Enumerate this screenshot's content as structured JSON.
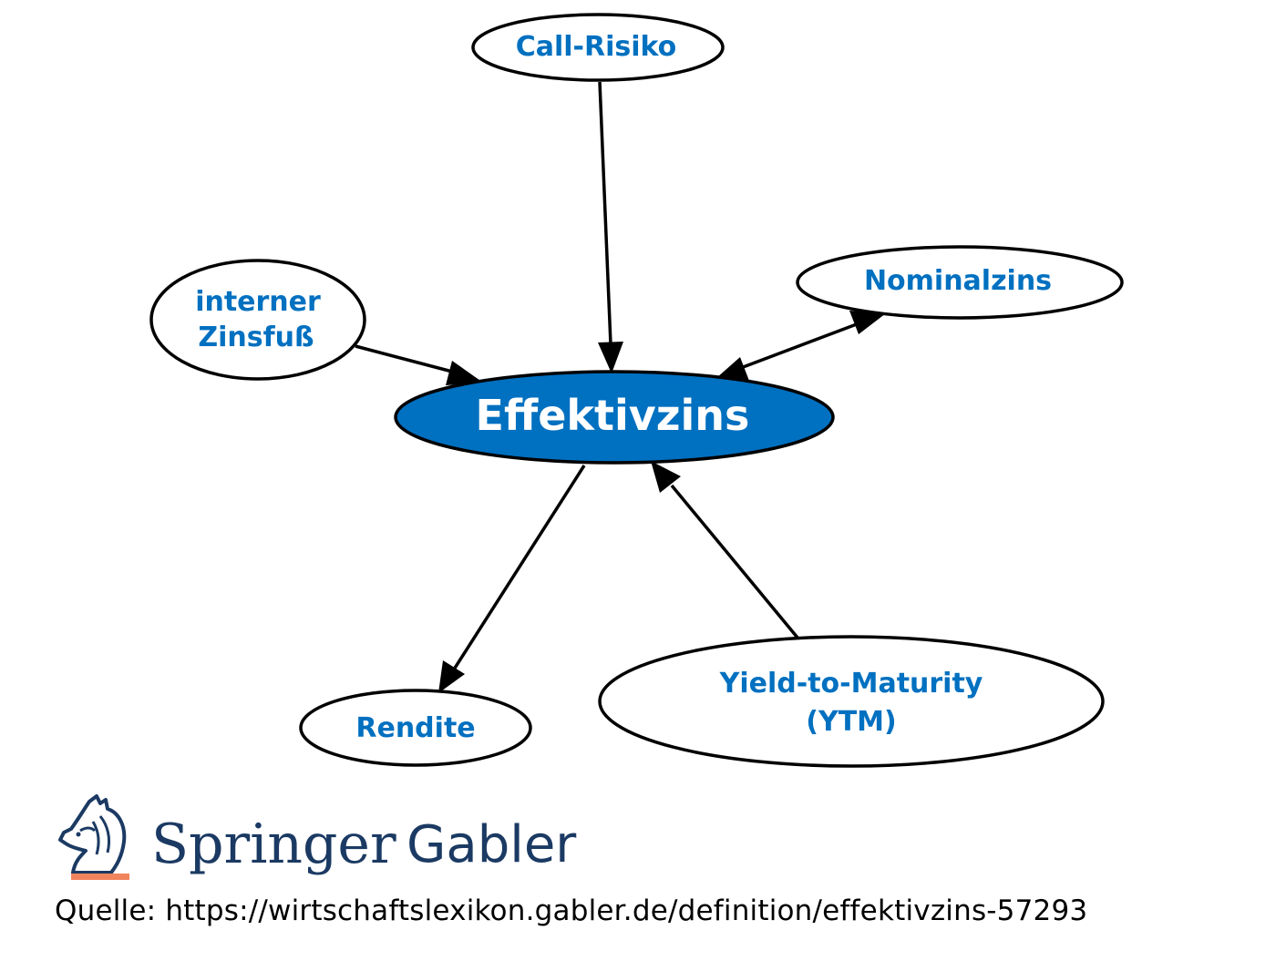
{
  "diagram": {
    "center": {
      "label": "Effektivzins",
      "fill": "#0070c0"
    },
    "nodes": {
      "call_risiko": {
        "label": "Call-Risiko"
      },
      "nominalzins": {
        "label": "Nominalzins"
      },
      "interner_zinsfuss": {
        "line1": "interner",
        "line2": "Zinsfuß"
      },
      "rendite": {
        "label": "Rendite"
      },
      "ytm": {
        "line1": "Yield-to-Maturity",
        "line2": "(YTM)"
      }
    },
    "text_color": "#0070c0"
  },
  "brand": {
    "name": "Springer",
    "sub": "Gabler",
    "logo_icon": "horse-head-icon",
    "accent_color": "#f0845c",
    "color": "#1b3a63"
  },
  "source": {
    "text": "Quelle: https://wirtschaftslexikon.gabler.de/definition/effektivzins-57293"
  }
}
